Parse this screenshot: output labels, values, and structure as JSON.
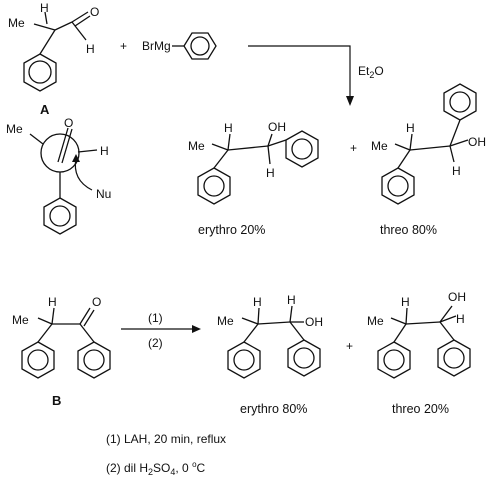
{
  "compound_a": {
    "label": "A",
    "methyl": "Me",
    "hydrogen": "H",
    "oxygen": "O",
    "aldehyde_h": "H"
  },
  "grignard": {
    "plus": "+",
    "reagent": "BrMg"
  },
  "solvent": {
    "prefix": "Et",
    "subscript": "2",
    "suffix": "O"
  },
  "newman": {
    "methyl": "Me",
    "oxygen": "O",
    "hydrogen": "H",
    "nucleophile": "Nu"
  },
  "products_a": {
    "erythro": {
      "hydrogen": "H",
      "oh": "OH",
      "methyl": "Me",
      "h_lower": "H",
      "caption": "erythro 20%"
    },
    "plus": "+",
    "threo": {
      "hydrogen": "H",
      "oh": "OH",
      "methyl": "Me",
      "h_lower": "H",
      "caption": "threo 80%"
    }
  },
  "compound_b": {
    "label": "B",
    "methyl": "Me",
    "hydrogen": "H",
    "oxygen": "O"
  },
  "arrow_b": {
    "step1": "(1)",
    "step2": "(2)"
  },
  "products_b": {
    "erythro": {
      "hydrogen": "H",
      "h2": "H",
      "oh": "OH",
      "methyl": "Me",
      "caption": "erythro 80%"
    },
    "plus": "+",
    "threo": {
      "hydrogen": "H",
      "oh_top": "OH",
      "methyl": "Me",
      "h_lower": "H",
      "caption": "threo 20%"
    }
  },
  "conditions": {
    "line1": "(1) LAH, 20 min, reflux",
    "line2_prefix": "(2) dil H",
    "line2_sub1": "2",
    "line2_mid": "SO",
    "line2_sub2": "4",
    "line2_end": ", 0 ",
    "degree": "o",
    "celsius": "C"
  }
}
